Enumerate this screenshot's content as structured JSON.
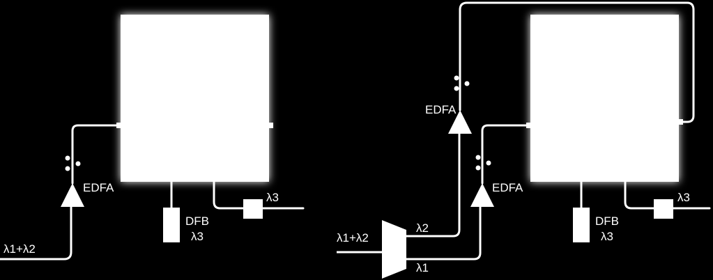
{
  "colors": {
    "background": "#000000",
    "foreground": "#ffffff",
    "glow": "#ffffff"
  },
  "left_setup": {
    "input_label": "λ1+λ2",
    "edfa_label": "EDFA",
    "dfb_label_line1": "DFB",
    "dfb_label_line2": "λ3",
    "output_label": "λ3"
  },
  "right_setup": {
    "input_label": "λ1+λ2",
    "demux_output_upper_label": "λ2",
    "demux_output_lower_label": "λ1",
    "edfa_upper_label": "EDFA",
    "edfa_lower_label": "EDFA",
    "dfb_label_line1": "DFB",
    "dfb_label_line2": "λ3",
    "output_label": "λ3"
  }
}
